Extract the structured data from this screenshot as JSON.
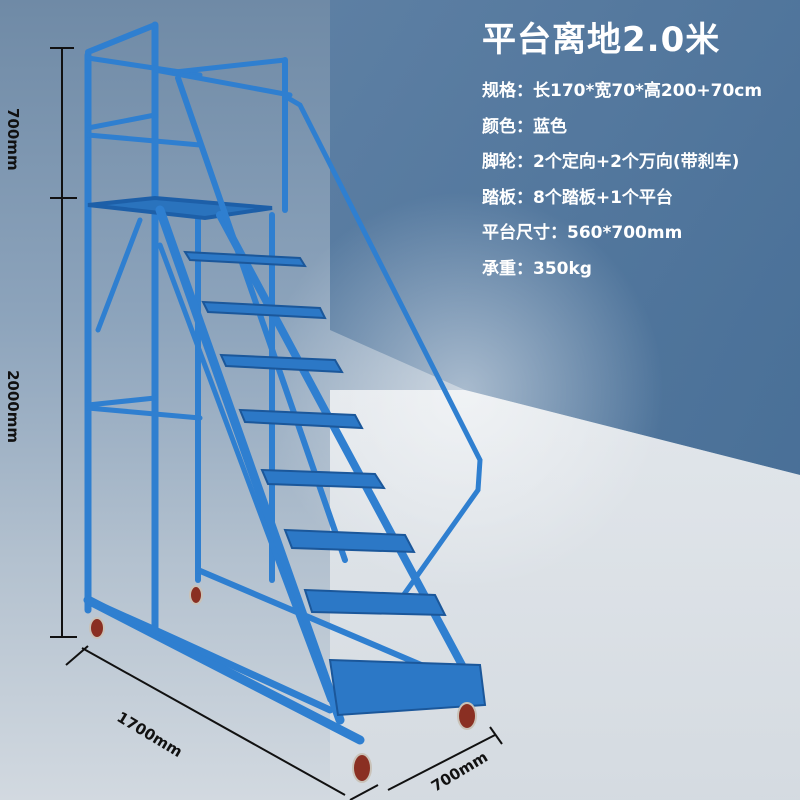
{
  "product": {
    "title": "平台离地2.0米",
    "specs": [
      {
        "label": "规格：",
        "value": "长170*宽70*高200+70cm"
      },
      {
        "label": "颜色：",
        "value": "蓝色"
      },
      {
        "label": "脚轮：",
        "value": "2个定向+2个万向(带刹车)"
      },
      {
        "label": "踏板：",
        "value": "8个踏板+1个平台"
      },
      {
        "label": "平台尺寸：",
        "value": "560*700mm"
      },
      {
        "label": "承重：",
        "value": "350kg"
      }
    ]
  },
  "dimensions": {
    "guardrail_height": "700mm",
    "platform_height": "2000mm",
    "length": "1700mm",
    "width": "700mm"
  },
  "colors": {
    "ladder_blue": "#2f7fd0",
    "ladder_shadow": "#1d5fa8",
    "bg_top": "#6f8aa6",
    "bg_panel": "#436d98",
    "floor": "#e4e7ea",
    "text": "#ffffff",
    "dim_line": "#111111"
  }
}
